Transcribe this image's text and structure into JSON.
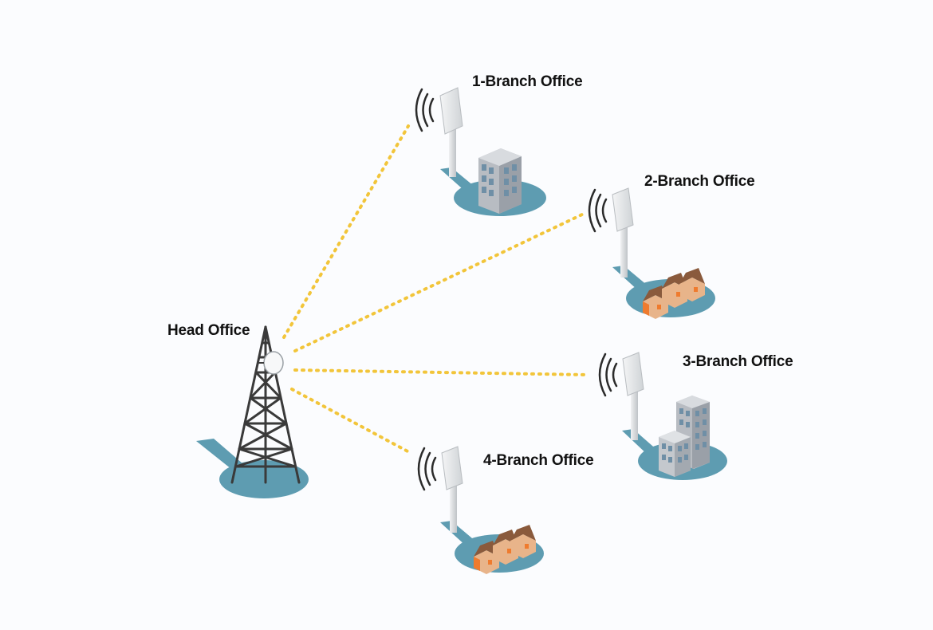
{
  "labels": {
    "head_office": "Head Office",
    "branch_1": "1-Branch Office",
    "branch_2": "2-Branch Office",
    "branch_3": "3-Branch Office",
    "branch_4": "4-Branch Office"
  },
  "colors": {
    "ground": "#5e9cb1",
    "link": "#f2c53a",
    "tower": "#3a3a3a",
    "mast": "#e2e4e6",
    "panel": "#eceeef",
    "signal": "#2b2b2b",
    "office_building": "#b8bcc2",
    "house_wall": "#e8b48a",
    "house_roof": "#8a5a3c",
    "house_orange": "#ef7b2e"
  },
  "icons": {
    "head_office": "radio-tower-icon",
    "branch_1": "office-building-icon",
    "branch_2": "houses-icon",
    "branch_3": "office-buildings-icon",
    "branch_4": "houses-icon",
    "antenna": "panel-antenna-icon",
    "signal": "wifi-signal-icon"
  }
}
